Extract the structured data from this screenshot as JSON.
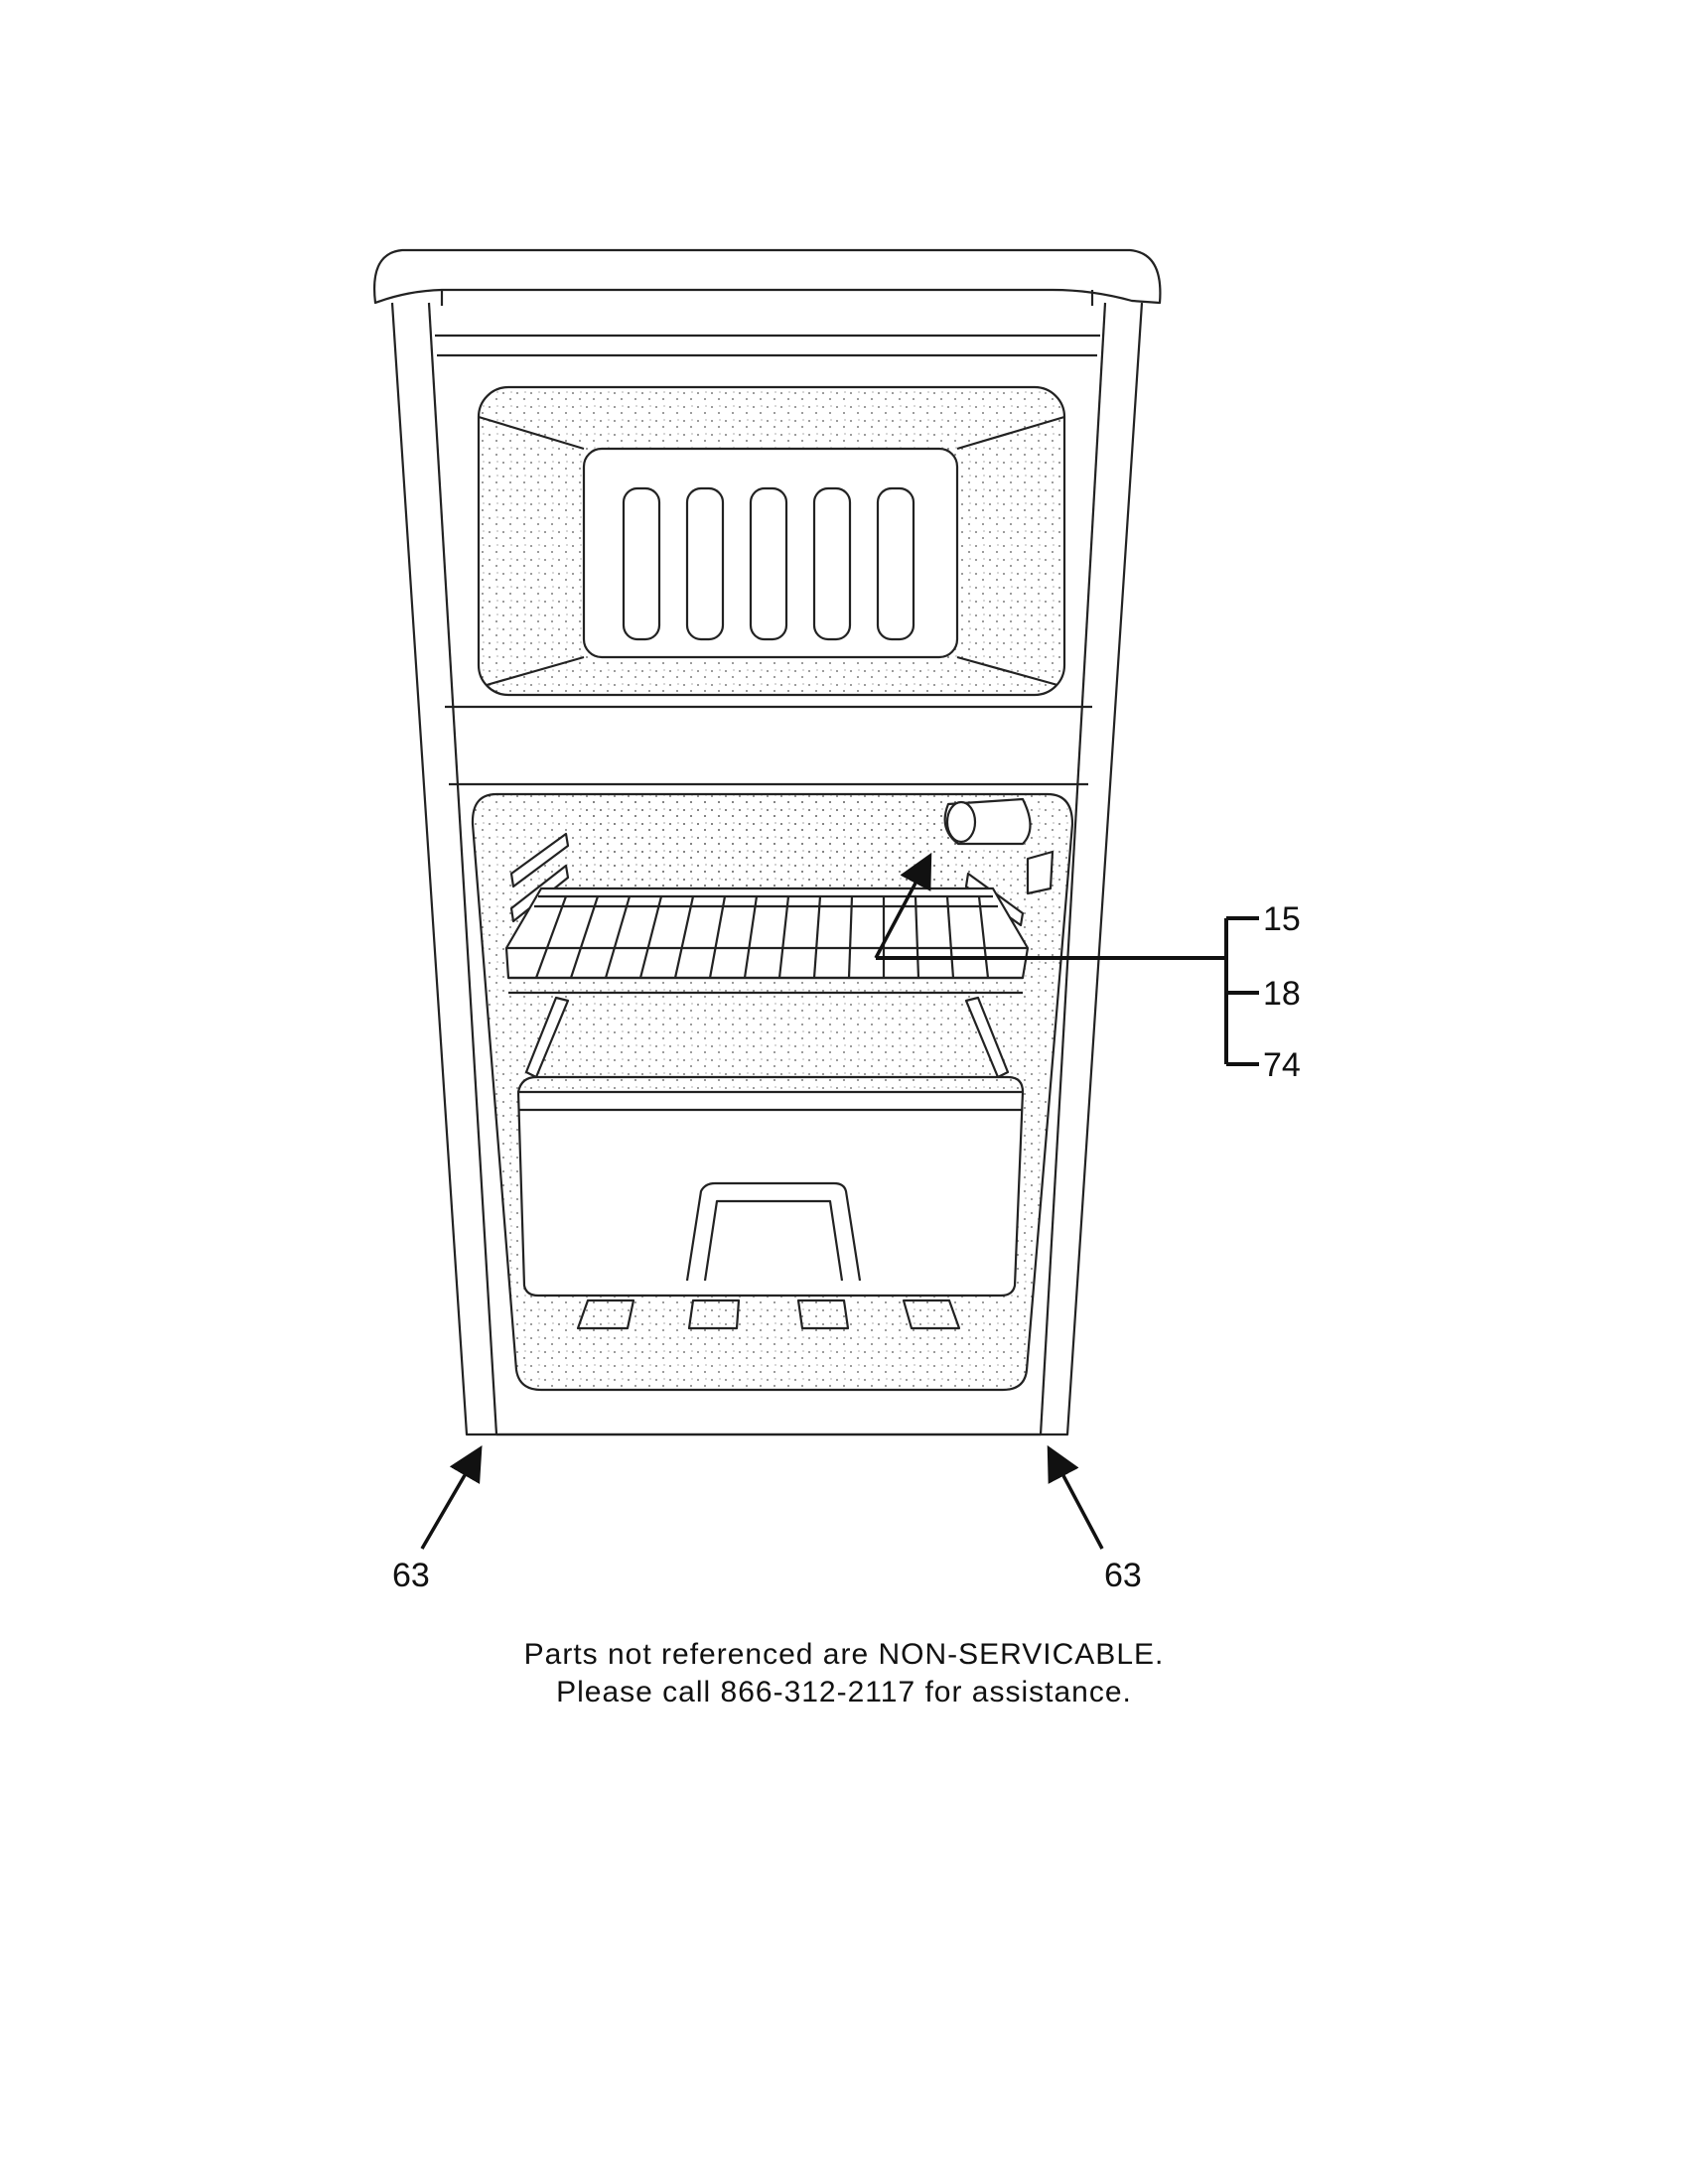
{
  "callouts": {
    "shelf_group": [
      "15",
      "18",
      "74"
    ],
    "foot_left": "63",
    "foot_right": "63"
  },
  "notes": {
    "line1": "Parts not referenced are NON-SERVICABLE.",
    "line2": "Please call 866-312-2117 for assistance."
  }
}
